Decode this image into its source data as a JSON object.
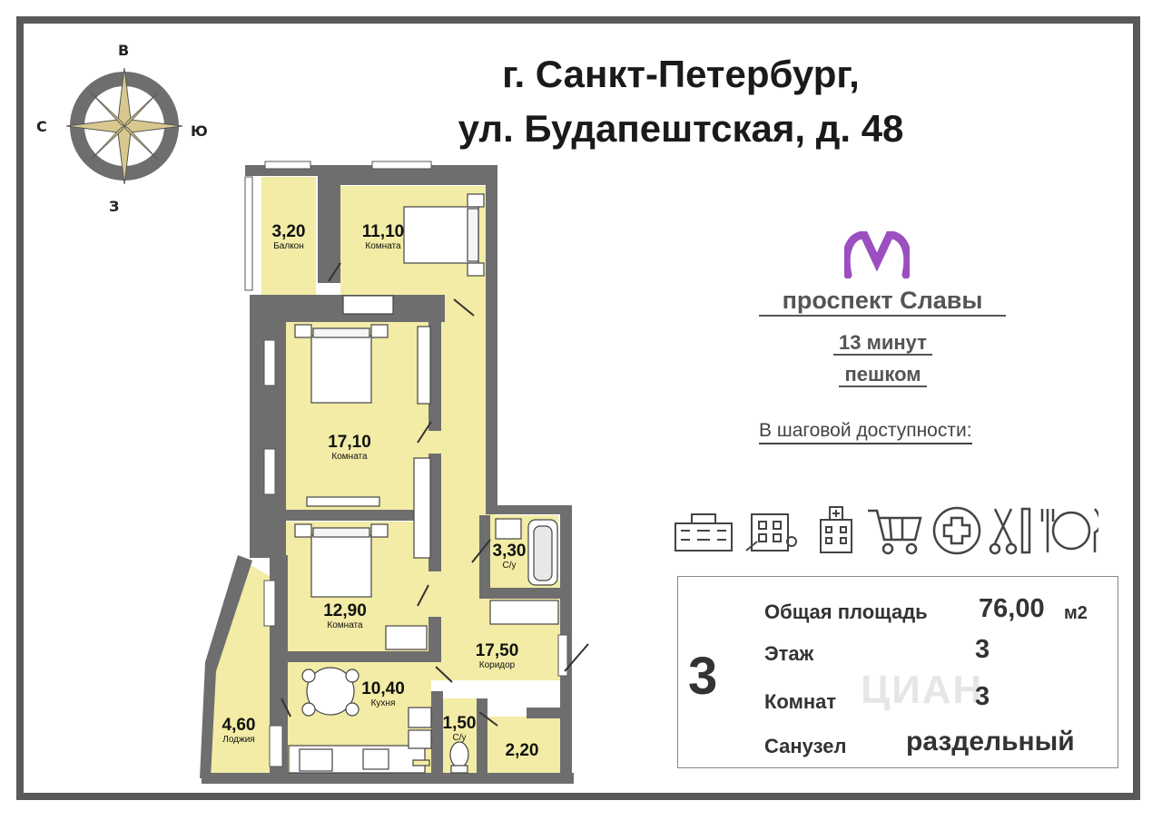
{
  "compass": {
    "north": "В",
    "west": "С",
    "east": "Ю",
    "south": "З"
  },
  "title": {
    "line1": "г. Санкт-Петербург,",
    "line2": "ул. Будапештская, д. 48"
  },
  "rooms": [
    {
      "area": "3,20",
      "label": "Балкон"
    },
    {
      "area": "11,10",
      "label": "Комната"
    },
    {
      "area": "17,10",
      "label": "Комната"
    },
    {
      "area": "3,30",
      "label": "С/у"
    },
    {
      "area": "12,90",
      "label": "Комната"
    },
    {
      "area": "17,50",
      "label": "Коридор"
    },
    {
      "area": "10,40",
      "label": "Кухня"
    },
    {
      "area": "4,60",
      "label": "Лоджия"
    },
    {
      "area": "1,50",
      "label": "С/у"
    },
    {
      "area": "2,20",
      "label": ""
    }
  ],
  "metro": {
    "name": "проспект Славы",
    "walk_line1": "13 минут",
    "walk_line2": "пешком",
    "logo_color": "#9b4fc0"
  },
  "amenities": {
    "title": "В шаговой доступности:",
    "icons": [
      "school-icon",
      "kindergarten-icon",
      "hospital-icon",
      "shopping-cart-icon",
      "pharmacy-cross-icon",
      "barber-icon",
      "restaurant-icon"
    ]
  },
  "info": {
    "rooms_number": "3",
    "total_area_label": "Общая площадь",
    "total_area_value": "76,00",
    "total_area_unit": "м2",
    "floor_label": "Этаж",
    "floor_value": "3",
    "rooms_label": "Комнат",
    "rooms_value": "3",
    "bathroom_label": "Санузел",
    "bathroom_value": "раздельный"
  },
  "watermark": "ЦИАН",
  "colors": {
    "floor": "#f2eca6",
    "wall": "#6e6e6e",
    "frame": "#595959"
  }
}
